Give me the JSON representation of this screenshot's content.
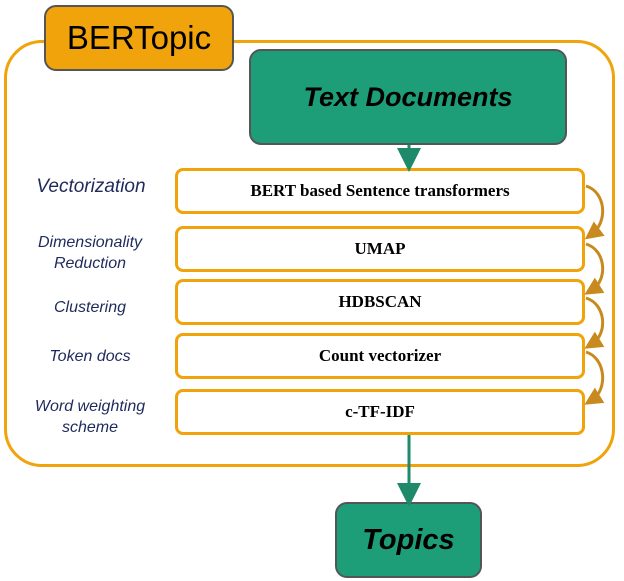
{
  "title": "BERTopic",
  "input_label": "Text Documents",
  "output_label": "Topics",
  "steps": [
    {
      "stage": "Vectorization",
      "method": "BERT based Sentence transformers"
    },
    {
      "stage": "Dimensionality Reduction",
      "method": "UMAP"
    },
    {
      "stage": "Clustering",
      "method": "HDBSCAN"
    },
    {
      "stage": "Token docs",
      "method": "Count vectorizer"
    },
    {
      "stage": "Word weighting scheme",
      "method": "c-TF-IDF"
    }
  ],
  "colors": {
    "frame": "#F0A30A",
    "green": "#1E9E78",
    "arrow": "#1E8A6A",
    "connector": "#C88A1E",
    "label_text": "#1F2A5C"
  }
}
